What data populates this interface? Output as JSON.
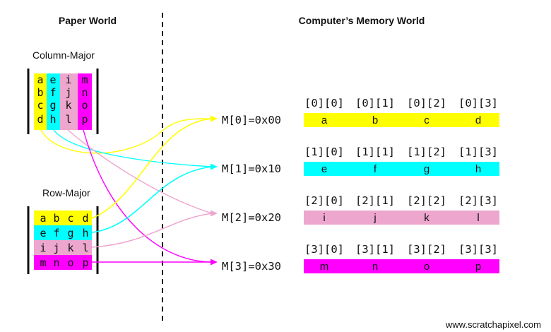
{
  "headings": {
    "paper": "Paper World",
    "memory": "Computer’s Memory World"
  },
  "paper": {
    "column_major_label": "Column-Major",
    "row_major_label": "Row-Major",
    "grid": [
      [
        "a",
        "b",
        "c",
        "d"
      ],
      [
        "e",
        "f",
        "g",
        "h"
      ],
      [
        "i",
        "j",
        "k",
        "l"
      ],
      [
        "m",
        "n",
        "o",
        "p"
      ]
    ]
  },
  "memory": {
    "rows": [
      {
        "address": "M[0]=0x00",
        "indices": [
          "[0][0]",
          "[0][1]",
          "[0][2]",
          "[0][3]"
        ],
        "values": [
          "a",
          "b",
          "c",
          "d"
        ]
      },
      {
        "address": "M[1]=0x10",
        "indices": [
          "[1][0]",
          "[1][1]",
          "[1][2]",
          "[1][3]"
        ],
        "values": [
          "e",
          "f",
          "g",
          "h"
        ]
      },
      {
        "address": "M[2]=0x20",
        "indices": [
          "[2][0]",
          "[2][1]",
          "[2][2]",
          "[2][3]"
        ],
        "values": [
          "i",
          "j",
          "k",
          "l"
        ]
      },
      {
        "address": "M[3]=0x30",
        "indices": [
          "[3][0]",
          "[3][1]",
          "[3][2]",
          "[3][3]"
        ],
        "values": [
          "m",
          "n",
          "o",
          "p"
        ]
      }
    ]
  },
  "colors": [
    "#ffff00",
    "#00ffff",
    "#eda6ce",
    "#ff00ff"
  ],
  "footer": "www.scratchapixel.com"
}
